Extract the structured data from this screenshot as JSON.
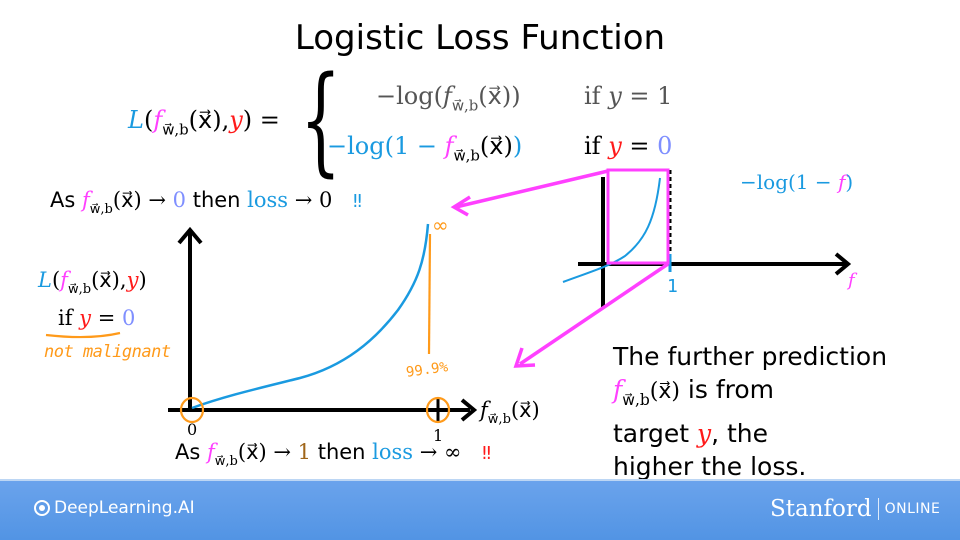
{
  "slide": {
    "title": "Logistic Loss Function"
  },
  "equation": {
    "lhs_L": "L",
    "lhs_f": "f",
    "lhs_sub": "w⃗,b",
    "lhs_x": "(x⃗)",
    "lhs_comma": ",",
    "lhs_y": "y",
    "lhs_close": ")",
    "lhs_open": "(",
    "equals": "=",
    "case1_expr_prefix": "−log(",
    "case1_f": "f",
    "case1_sub": "w⃗,b",
    "case1_x": "(x⃗))",
    "case1_cond_if": "if ",
    "case1_cond_y": "y",
    "case1_cond_rest": " = 1",
    "case2_expr_prefix": "−log(1 − ",
    "case2_f": "f",
    "case2_sub": "w⃗,b",
    "case2_x": "(x⃗)",
    "case2_close": ")",
    "case2_cond_if": "if ",
    "case2_cond_y": "y",
    "case2_cond_eq": " = ",
    "case2_cond_val": "0"
  },
  "annotations": {
    "as_zero": {
      "as": "As ",
      "f": "f",
      "sub": "w⃗,b",
      "x": "(x⃗) → ",
      "val": "0",
      "then": " then ",
      "loss": "loss",
      "arrow": " → 0",
      "mark": "‼"
    },
    "as_one": {
      "as": "As ",
      "f": "f",
      "sub": "w⃗,b",
      "x": "(x⃗) → ",
      "val": "1",
      "then": " then ",
      "loss": "loss",
      "arrow": " → ∞",
      "mark": "‼"
    },
    "left_label": {
      "L": "L",
      "open": "(",
      "f": "f",
      "sub": "w⃗,b",
      "x": "(x⃗),",
      "y": "y",
      "close": ")"
    },
    "left_if": {
      "if": "if ",
      "y": "y",
      "eq": " = ",
      "val": "0"
    },
    "handwritten_not_malignant": "not malignant",
    "handwritten_percent": "99.9%",
    "handwritten_infinity": "∞",
    "description": {
      "line1": "The further prediction",
      "f": "f",
      "sub": "w⃗,b",
      "x": "(x⃗)",
      "line2_rest": " is from",
      "line3_pre": "target ",
      "y": "y",
      "line3_post": ", the",
      "line4": "higher the loss."
    }
  },
  "chart_data": [
    {
      "type": "line",
      "title": "Loss when y = 0",
      "xlabel": "f_w,b(x)",
      "ylabel": "L(f_w,b(x), y) if y = 0",
      "x": [
        0,
        0.1,
        0.2,
        0.3,
        0.4,
        0.5,
        0.6,
        0.7,
        0.8,
        0.9,
        0.95,
        0.99,
        0.999
      ],
      "series": [
        {
          "name": "-log(1 - f)",
          "values": [
            0,
            0.105,
            0.223,
            0.357,
            0.511,
            0.693,
            0.916,
            1.204,
            1.609,
            2.303,
            2.996,
            4.605,
            6.908
          ]
        }
      ],
      "x_ticks": [
        "0",
        "1"
      ],
      "xlim": [
        0,
        1
      ],
      "annotations": [
        "∞ at f → 1",
        "99.9%",
        "not malignant"
      ],
      "grid": false
    },
    {
      "type": "line",
      "title": "-log(1 - f)",
      "xlabel": "f",
      "x_ticks": [
        "1"
      ],
      "series": [
        {
          "name": "-log(1 - f)",
          "values": "full curve; highlighted region f in [0,1]"
        }
      ],
      "grid": false
    }
  ],
  "mini_chart": {
    "label_prefix": "−log(1 − ",
    "label_f": "f",
    "label_close": ")",
    "x_axis_label": "f",
    "tick_1": "1"
  },
  "axis": {
    "tick0": "0",
    "tick1": "1",
    "xlabel_f": "f",
    "xlabel_sub": "w⃗,b",
    "xlabel_x": "(x⃗)"
  },
  "footer": {
    "left_brand": "DeepLearning.AI",
    "right_brand": "Stanford",
    "right_suffix": "ONLINE"
  },
  "colors": {
    "loss_blue": "#1a9ae0",
    "f_pink": "#ff40ff",
    "y_red": "#ff1a1a",
    "handwriting_orange": "#ff9a1a",
    "footer_blue": "#5a9be8"
  }
}
